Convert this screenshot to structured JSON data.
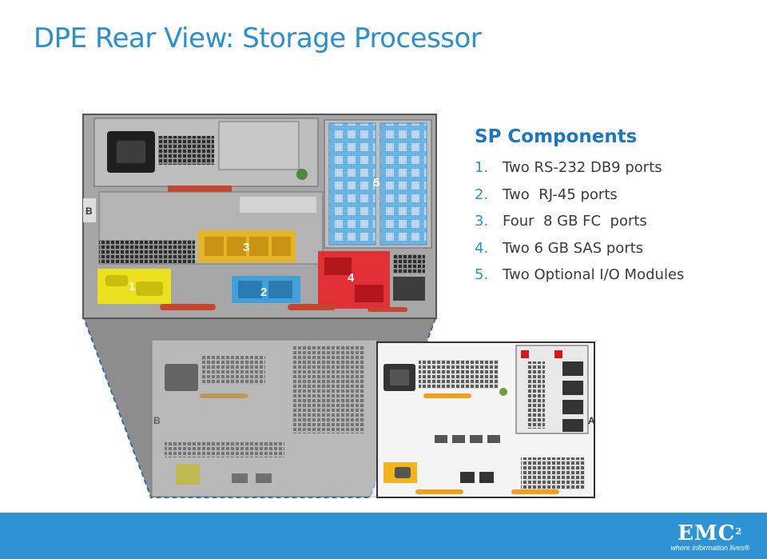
{
  "slide": {
    "title": "DPE Rear View: Storage Processor"
  },
  "components": {
    "heading": "SP Components",
    "items": [
      {
        "num": "1.",
        "label": "Two RS-232 DB9 ports",
        "color": "#f2e614"
      },
      {
        "num": "2.",
        "label": "Two  RJ-45 ports",
        "color": "#3aa0dc"
      },
      {
        "num": "3.",
        "label": "Four  8 GB FC  ports",
        "color": "#e8b51c"
      },
      {
        "num": "4.",
        "label": "Two 6 GB SAS ports",
        "color": "#e8242a"
      },
      {
        "num": "5.",
        "label": "Two Optional I/O Modules",
        "color": "#6cb4e4"
      }
    ]
  },
  "figure": {
    "callouts": [
      "1",
      "2",
      "3",
      "4",
      "5"
    ],
    "side_labels": [
      "B",
      "A"
    ],
    "chassis_color": "#9a9a9a",
    "highlight_colors": {
      "db9": "#f2e614",
      "rj45": "#3aa0dc",
      "fc": "#e8b51c",
      "sas": "#e8242a",
      "io": "#6cb4e4"
    }
  },
  "footer": {
    "logo_text": "EMC",
    "logo_sup": "2",
    "tagline": "where information lives",
    "tagline_mark": "®",
    "bar_color": "#2e93d4"
  }
}
